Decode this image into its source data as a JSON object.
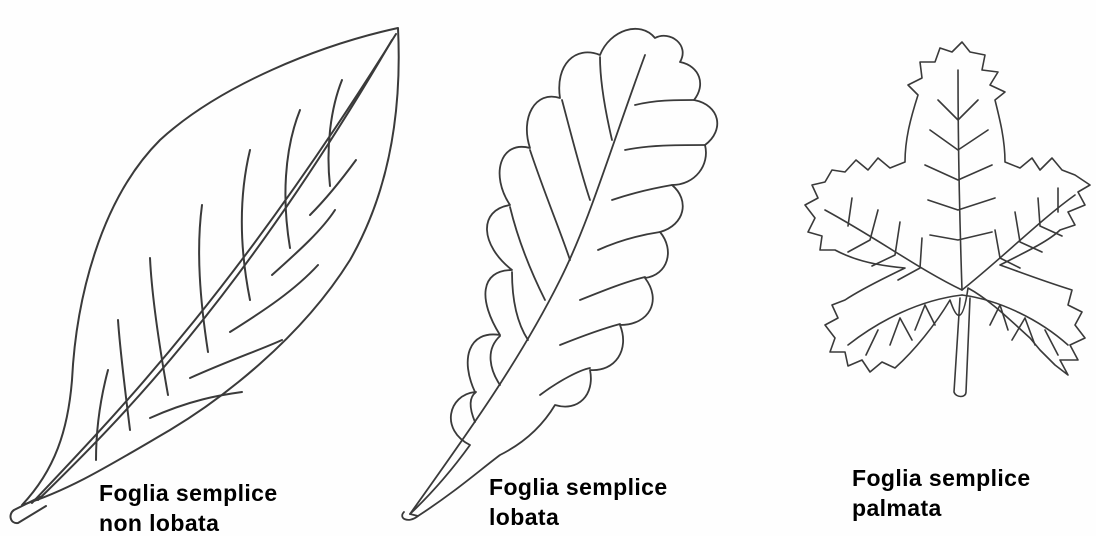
{
  "leaves": [
    {
      "id": "simple-unlobed",
      "caption_line1": "Foglia semplice",
      "caption_line2": "non lobata"
    },
    {
      "id": "simple-lobed",
      "caption_line1": "Foglia semplice",
      "caption_line2": "lobata"
    },
    {
      "id": "simple-palmate",
      "caption_line1": "Foglia semplice",
      "caption_line2": "palmata"
    }
  ],
  "colors": {
    "line": "#3a3a3a",
    "background": "#fefefe",
    "text": "#000000"
  }
}
